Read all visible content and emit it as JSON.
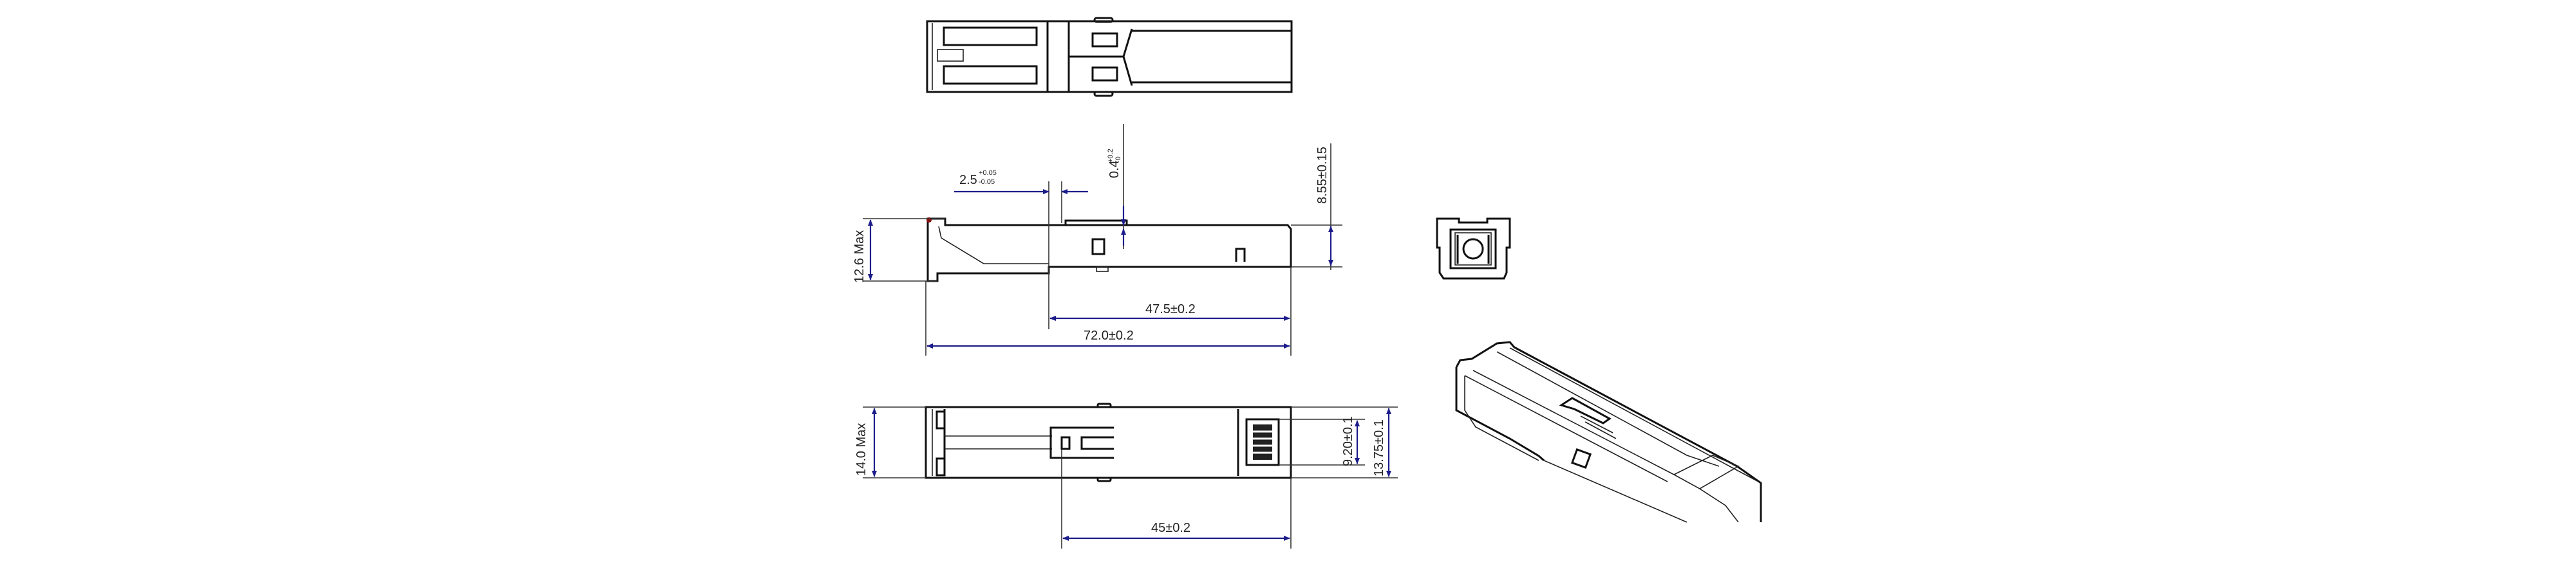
{
  "drawing": {
    "dimension_color": "#1c1c8a",
    "line_color": "#111111",
    "side_view": {
      "length_overall": "72.0±0.2",
      "length_body": "47.5±0.2",
      "height_max": "12.6 Max",
      "height_body": "8.55±0.15",
      "latch_offset": "0.4",
      "latch_offset_tol_upper": "+0.2",
      "latch_offset_tol_lower": "-0",
      "flange_gap": "2.5",
      "flange_gap_tol_upper": "+0.05",
      "flange_gap_tol_lower": "-0.05"
    },
    "bottom_view": {
      "width_max": "14.0 Max",
      "width_body": "13.75±0.1",
      "connector_width": "9.20±0.1",
      "latch_to_end": "45±0.2"
    }
  }
}
